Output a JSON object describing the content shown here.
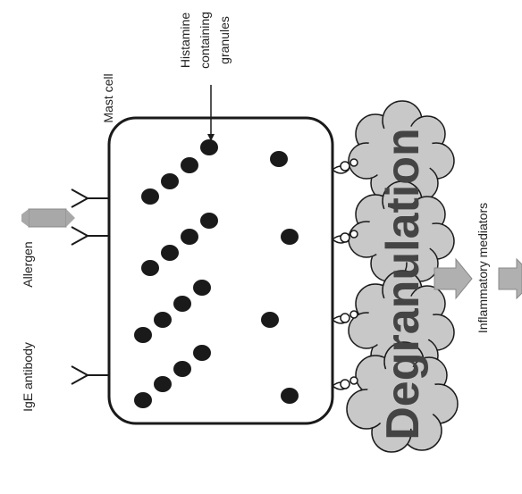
{
  "labels": {
    "allergen": "Allergen",
    "ige_antibody": "IgE antibody",
    "mast_cell": "Mast cell",
    "granules_line1": "Histamine",
    "granules_line2": "containing",
    "granules_line3": "granules",
    "degranulation": "Degranulation",
    "mediators": "Inflammatory mediators"
  },
  "colors": {
    "ink": "#1a1a1a",
    "cloud": "#c8c8c8",
    "arrow": "#b0b0b0",
    "allergen": "#a8a8a8"
  }
}
